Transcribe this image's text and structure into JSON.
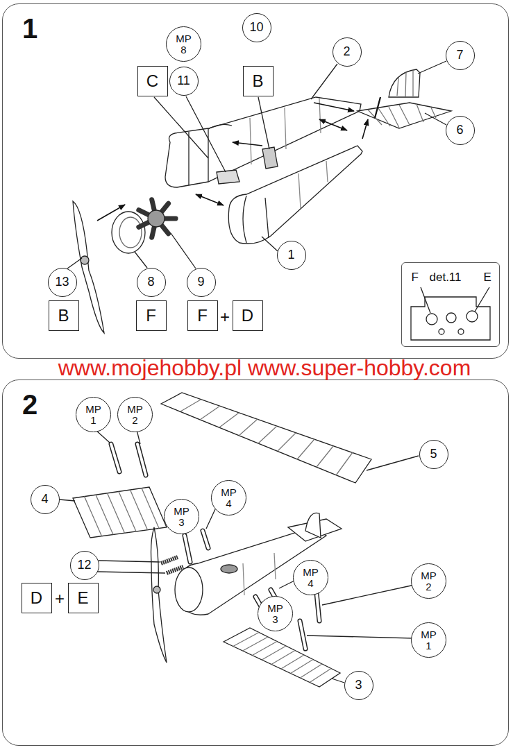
{
  "diagram": {
    "nodes": [
      {
        "text": [
          "1"
        ]
      },
      {
        "text": [
          "MP 8"
        ],
        "in": 0
      },
      {
        "text": [
          "10"
        ],
        "in": 0
      },
      {
        "text": [
          "C"
        ],
        "in": 0
      },
      {
        "text": [
          "11"
        ],
        "in": 0
      },
      {
        "text": [
          "B"
        ],
        "in": 0
      },
      {
        "text": [
          "2"
        ],
        "in": 0
      },
      {
        "text": [
          "7"
        ],
        "in": 0
      },
      {
        "text": [
          "6"
        ],
        "in": 0
      },
      {
        "text": [
          "1"
        ],
        "in": 0
      },
      {
        "text": [
          "13"
        ],
        "in": 0
      },
      {
        "text": [
          "8"
        ],
        "in": 0
      },
      {
        "text": [
          "9"
        ],
        "in": 0
      },
      {
        "text": [
          "B"
        ],
        "in": 0
      },
      {
        "text": [
          "F"
        ],
        "in": 0
      },
      {
        "text": [
          "F"
        ],
        "in": 0
      },
      {
        "text": [
          "D"
        ],
        "in": 0
      },
      {
        "text": [
          "F",
          "det.11",
          "E"
        ],
        "in": 0
      },
      {
        "text": [
          "2"
        ]
      },
      {
        "text": [
          "MP 1"
        ],
        "in": 18
      },
      {
        "text": [
          "MP 2"
        ],
        "in": 18
      },
      {
        "text": [
          "5"
        ],
        "in": 18
      },
      {
        "text": [
          "4"
        ],
        "in": 18
      },
      {
        "text": [
          "MP 3"
        ],
        "in": 18
      },
      {
        "text": [
          "MP 4"
        ],
        "in": 18
      },
      {
        "text": [
          "12"
        ],
        "in": 18
      },
      {
        "text": [
          "D"
        ],
        "in": 18
      },
      {
        "text": [
          "E"
        ],
        "in": 18
      },
      {
        "text": [
          "MP 4"
        ],
        "in": 18
      },
      {
        "text": [
          "MP 2"
        ],
        "in": 18
      },
      {
        "text": [
          "MP 3"
        ],
        "in": 18
      },
      {
        "text": [
          "MP 1"
        ],
        "in": 18
      },
      {
        "text": [
          "3"
        ],
        "in": 18
      }
    ],
    "labels": [
      "+",
      "www.mojehobby.pl www.super-hobby.com",
      "+"
    ]
  }
}
